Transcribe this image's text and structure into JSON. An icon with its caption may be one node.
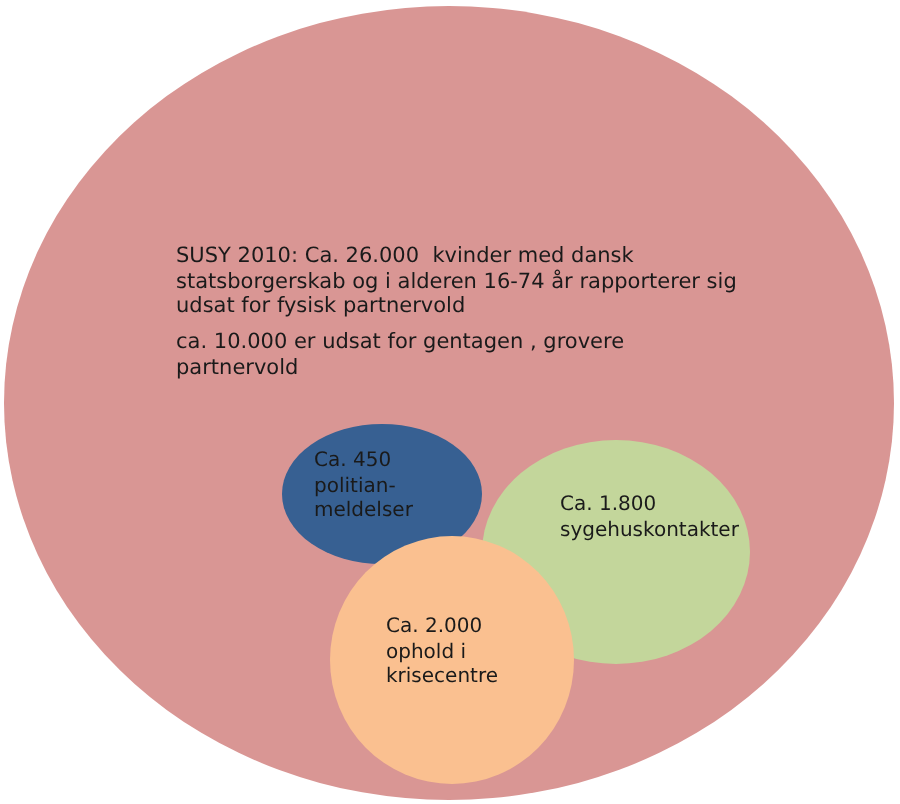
{
  "diagram": {
    "nodes": [
      {
        "text": [
          "SUSY 2010: Ca. 26.000  kvinder med dansk statsborgerskab og i alderen 16-74 år rapporterer sig udsat for fysisk partnervold",
          "ca. 10.000 er udsat for gentagen , grovere partnervold"
        ]
      },
      {
        "text": [
          "Ca. 450 politian-meldelser"
        ],
        "in": 0
      },
      {
        "text": [
          "Ca. 1.800 sygehuskontakter"
        ],
        "in": 0
      },
      {
        "text": [
          "Ca. 2.000 ophold i krisecentre"
        ],
        "in": 0
      }
    ]
  }
}
